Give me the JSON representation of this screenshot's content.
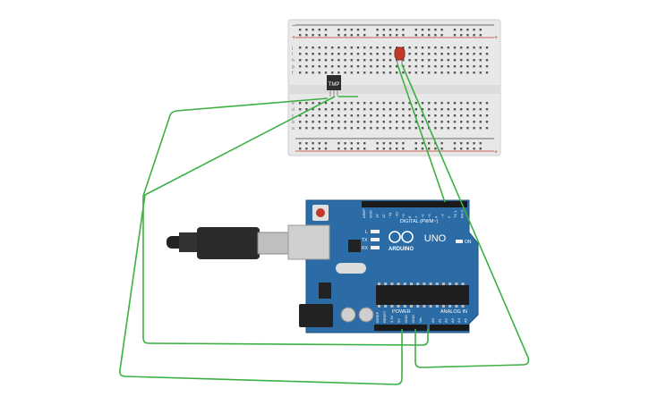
{
  "breadboard": {
    "row_letters_top": [
      "j",
      "i",
      "h",
      "g",
      "f"
    ],
    "row_letters_bottom": [
      "e",
      "d",
      "c",
      "b",
      "a"
    ],
    "rail_plus": "+",
    "rail_minus": "−"
  },
  "sensor": {
    "label": "TMP"
  },
  "arduino": {
    "brand": "ARDUINO",
    "model": "UNO",
    "on_label": "ON",
    "led_l": "L",
    "led_tx": "TX",
    "led_rx": "RX",
    "digital_label": "DIGITAL (PWM~)",
    "power_label": "POWER",
    "analog_label": "ANALOG IN",
    "top_pins": [
      "AREF",
      "GND",
      "13",
      "12",
      "~11",
      "~10",
      "~9",
      "8",
      "7",
      "~6",
      "~5",
      "4",
      "~3",
      "2",
      "TX 1",
      "RX 0"
    ],
    "power_pins": [
      "IOREF",
      "RESET",
      "3.3V",
      "5V",
      "GND",
      "GND",
      "Vin"
    ],
    "analog_pins": [
      "A0",
      "A1",
      "A2",
      "A3",
      "A4",
      "A5"
    ]
  },
  "colors": {
    "wire": "#3cb043",
    "board": "#2b6ca6",
    "breadboard": "#e6e6e6",
    "led": "#c0392b"
  }
}
